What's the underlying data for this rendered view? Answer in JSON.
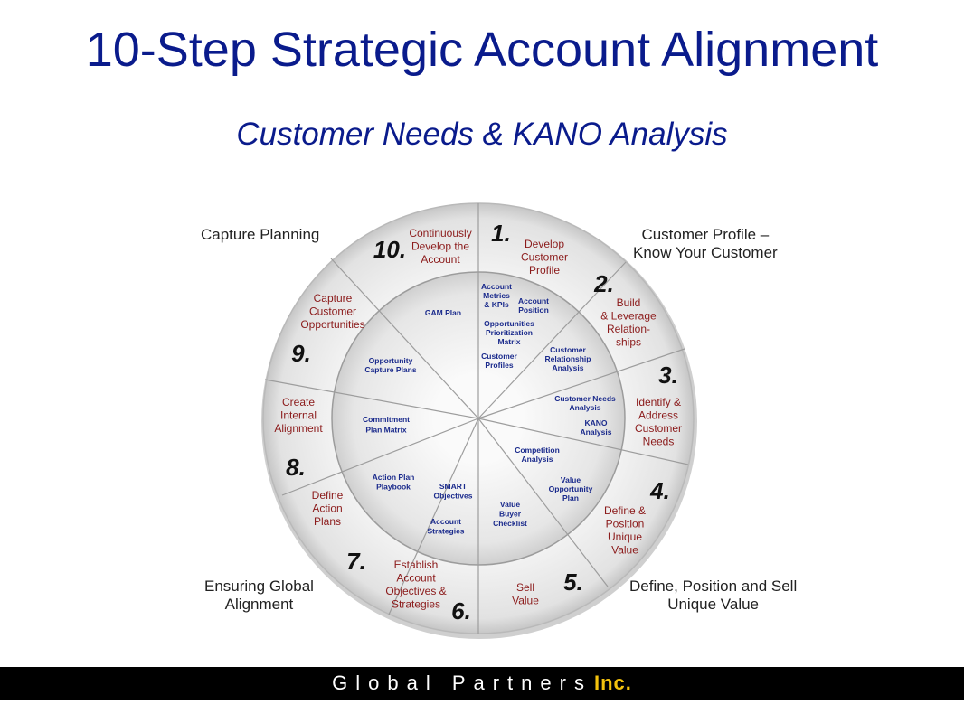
{
  "slide": {
    "title": "10-Step Strategic Account Alignment",
    "subtitle": "Customer Needs & KANO Analysis"
  },
  "corners": {
    "top_left": [
      "Capture Planning"
    ],
    "top_right": [
      "Customer Profile –",
      "Know Your Customer"
    ],
    "bottom_left": [
      "Ensuring Global",
      "Alignment"
    ],
    "bottom_right": [
      "Define, Position and Sell",
      "Unique Value"
    ]
  },
  "steps": [
    {
      "number": "1.",
      "lines": [
        "Develop",
        "Customer",
        "Profile"
      ]
    },
    {
      "number": "2.",
      "lines": [
        "Build",
        "& Leverage",
        "Relation-",
        "ships"
      ]
    },
    {
      "number": "3.",
      "lines": [
        "Identify &",
        "Address",
        "Customer",
        "Needs"
      ]
    },
    {
      "number": "4.",
      "lines": [
        "Define &",
        "Position",
        "Unique",
        "Value"
      ]
    },
    {
      "number": "5.",
      "lines": [
        "Sell",
        "Value"
      ]
    },
    {
      "number": "6.",
      "lines": [
        "Establish",
        "Account",
        "Objectives &",
        "Strategies"
      ]
    },
    {
      "number": "7.",
      "lines": []
    },
    {
      "number": "8.",
      "lines": [
        "Define",
        "Action",
        "Plans"
      ]
    },
    {
      "number": "9.",
      "lines": [
        "Create",
        "Internal",
        "Alignment"
      ]
    },
    {
      "number": "10.",
      "lines": [
        "Continuously",
        "Develop the",
        "Account"
      ]
    },
    {
      "number": "",
      "lines": [
        "Capture",
        "Customer",
        "Opportunities"
      ]
    }
  ],
  "tools": [
    {
      "id": "account-metrics",
      "lines": [
        "Account",
        "Metrics",
        "& KPIs"
      ]
    },
    {
      "id": "account-position",
      "lines": [
        "Account",
        "Position"
      ]
    },
    {
      "id": "opportunities-matrix",
      "lines": [
        "Opportunities",
        "Prioritization",
        "Matrix"
      ]
    },
    {
      "id": "customer-profiles",
      "lines": [
        "Customer",
        "Profiles"
      ]
    },
    {
      "id": "customer-relationship",
      "lines": [
        "Customer",
        "Relationship",
        "Analysis"
      ]
    },
    {
      "id": "customer-needs",
      "lines": [
        "Customer Needs",
        "Analysis"
      ]
    },
    {
      "id": "kano-analysis",
      "lines": [
        "KANO",
        "Analysis"
      ]
    },
    {
      "id": "competition-analysis",
      "lines": [
        "Competition",
        "Analysis"
      ]
    },
    {
      "id": "value-opportunity",
      "lines": [
        "Value",
        "Opportunity",
        "Plan"
      ]
    },
    {
      "id": "value-buyer",
      "lines": [
        "Value",
        "Buyer",
        "Checklist"
      ]
    },
    {
      "id": "account-strategies",
      "lines": [
        "Account",
        "Strategies"
      ]
    },
    {
      "id": "smart-objectives",
      "lines": [
        "SMART",
        "Objectives"
      ]
    },
    {
      "id": "action-plan",
      "lines": [
        "Action Plan",
        "Playbook"
      ]
    },
    {
      "id": "commitment-matrix",
      "lines": [
        "Commitment",
        "Plan Matrix"
      ]
    },
    {
      "id": "opportunity-capture",
      "lines": [
        "Opportunity",
        "Capture Plans"
      ]
    },
    {
      "id": "gam-plan",
      "lines": [
        "GAM Plan"
      ]
    }
  ],
  "footer": {
    "brand": "Global Partners",
    "suffix": "Inc."
  },
  "colors": {
    "title": "#0a1b8c",
    "step_text": "#8b1a1a",
    "tool_text": "#1a2a8c",
    "footer_bg": "#000000",
    "footer_accent": "#f4c20d"
  }
}
